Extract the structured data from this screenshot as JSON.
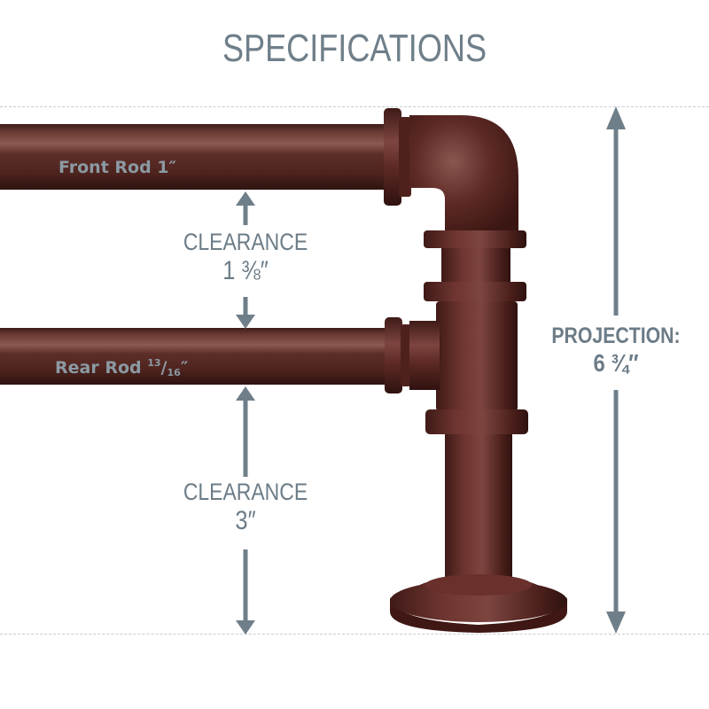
{
  "title": "SPECIFICATIONS",
  "front_rod": {
    "label": "Front Rod 1″",
    "name": "Front Rod",
    "diameter": "1″"
  },
  "rear_rod": {
    "label": "Rear Rod",
    "diameter_num": "13",
    "diameter_den": "16",
    "diameter_unit": "″"
  },
  "clearance_top": {
    "caption": "CLEARANCE",
    "value": "1 ⅜″"
  },
  "clearance_bottom": {
    "caption": "CLEARANCE",
    "value": "3″"
  },
  "projection": {
    "caption": "PROJECTION:",
    "value": "6 ¾″"
  },
  "colors": {
    "text_gray": "#6c7c87",
    "rod_bronze": "#5a2a24",
    "arrow": "#6f7f8a",
    "guide_dash": "#c8cdd1"
  }
}
